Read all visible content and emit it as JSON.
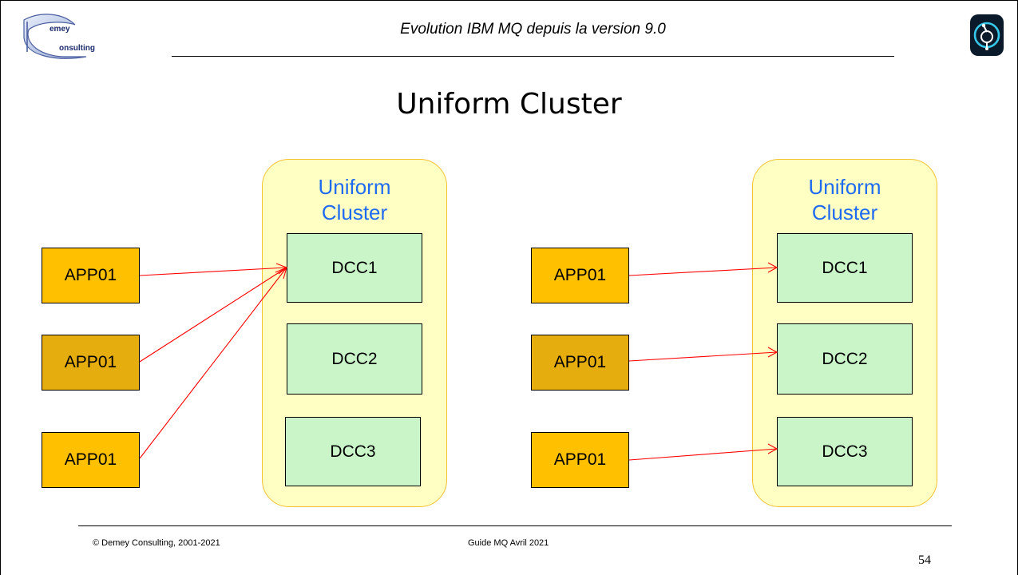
{
  "header": {
    "title": "Evolution IBM MQ depuis la version 9.0",
    "logo_left": {
      "icon": "demey-consulting-logo",
      "line1": "emey",
      "line2": "onsulting"
    },
    "logo_right": {
      "icon": "mq-target-logo"
    }
  },
  "slide_title": "Uniform Cluster",
  "diagrams": [
    {
      "cluster_label": "Uniform\nCluster",
      "queue_managers": [
        "DCC1",
        "DCC2",
        "DCC3"
      ],
      "apps": [
        {
          "label": "APP01",
          "color": "#ffc000",
          "target": "DCC1"
        },
        {
          "label": "APP01",
          "color": "#e6ad0e",
          "target": "DCC1"
        },
        {
          "label": "APP01",
          "color": "#ffc000",
          "target": "DCC1"
        }
      ]
    },
    {
      "cluster_label": "Uniform\nCluster",
      "queue_managers": [
        "DCC1",
        "DCC2",
        "DCC3"
      ],
      "apps": [
        {
          "label": "APP01",
          "color": "#ffc000",
          "target": "DCC1"
        },
        {
          "label": "APP01",
          "color": "#e6ad0e",
          "target": "DCC2"
        },
        {
          "label": "APP01",
          "color": "#ffc000",
          "target": "DCC3"
        }
      ]
    }
  ],
  "colors": {
    "cluster_fill": "#ffffc3",
    "cluster_border": "#f2c230",
    "cluster_label": "#1f6bf0",
    "queue_manager_fill": "#c9f5c9",
    "arrow": "#ff0000"
  },
  "footer": {
    "copyright": "© Demey Consulting, 2001-2021",
    "guide": "Guide MQ Avril 2021",
    "page_number": "54"
  }
}
